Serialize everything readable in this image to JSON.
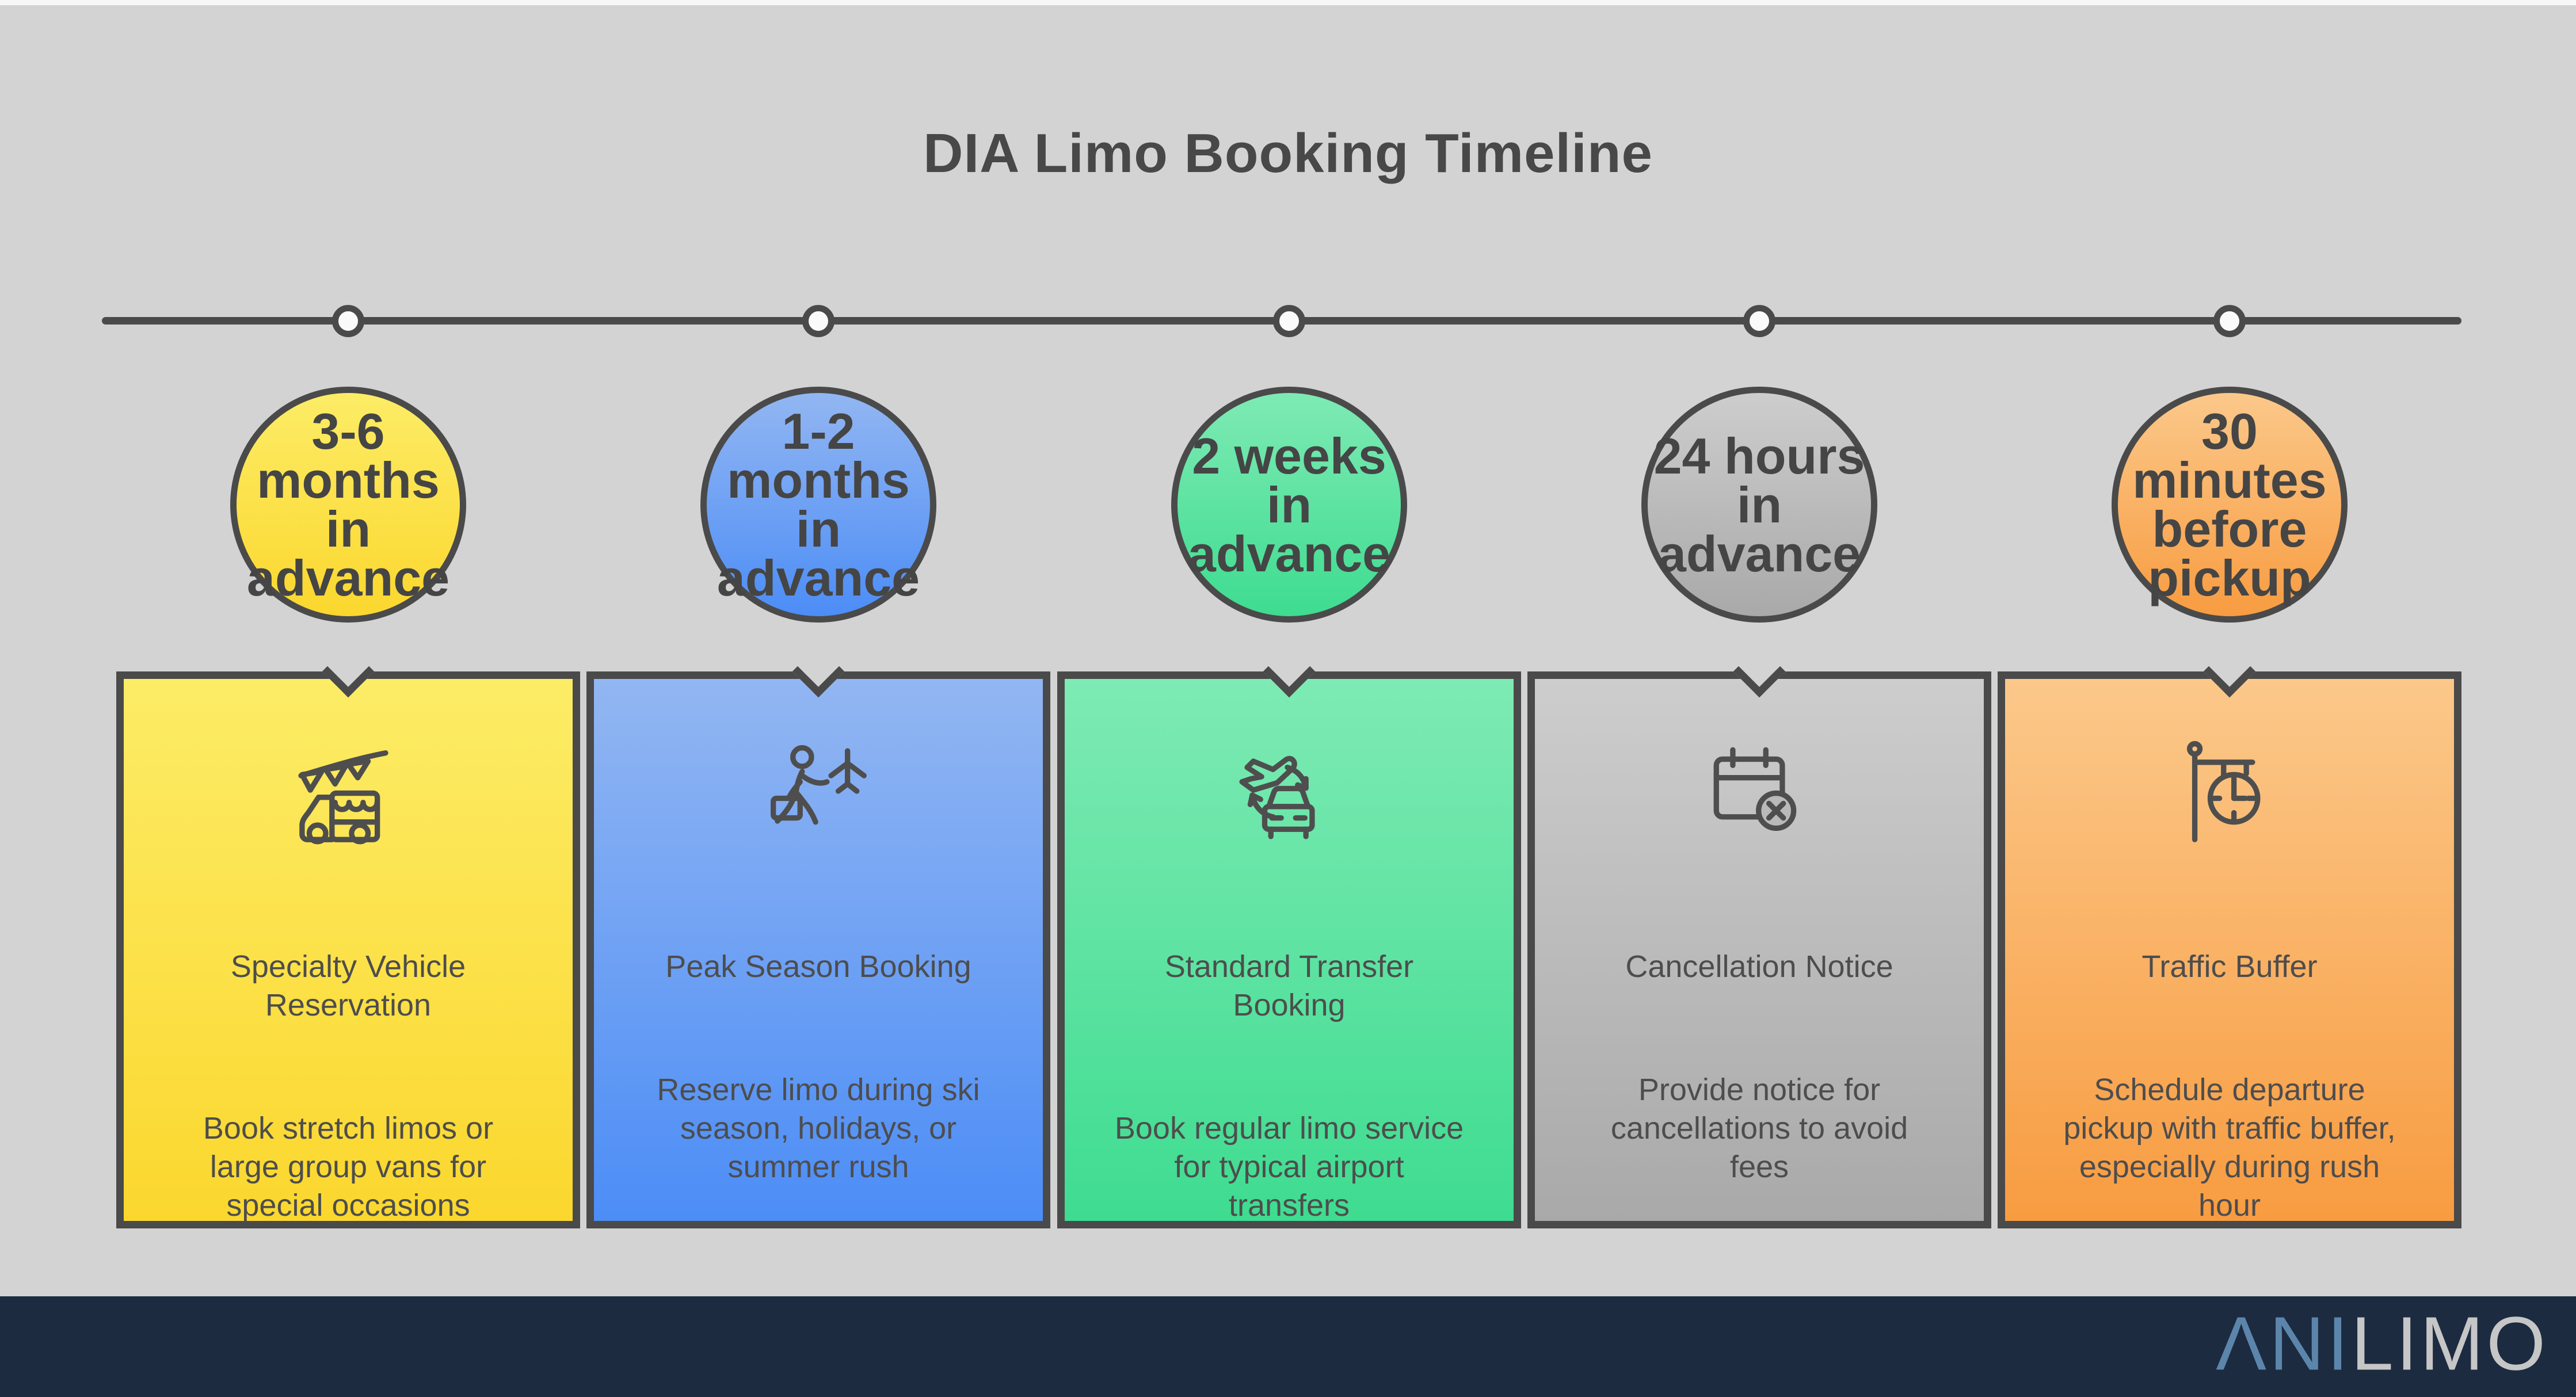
{
  "title": "DIA Limo Booking Timeline",
  "theme": {
    "background": "#D3D3D3",
    "top_strip": "#F7F7F7",
    "outline": "#4A4A4A",
    "node_fill": "#FAFAFA"
  },
  "timeline": {
    "stages": [
      {
        "badge": "3-6\nmonths\nin\nadvance",
        "heading": "Specialty Vehicle\nReservation",
        "description": "Book stretch limos or\nlarge group vans for\nspecial occasions",
        "icon": "party-van-icon",
        "color_top": "#FCEC66",
        "color_bottom": "#FBD72E"
      },
      {
        "badge": "1-2\nmonths\nin\nadvance",
        "heading": "Peak Season Booking",
        "description": "Reserve limo during ski\nseason, holidays, or\nsummer rush",
        "icon": "business-traveler-plane-icon",
        "color_top": "#92B6F2",
        "color_bottom": "#4C8DF6"
      },
      {
        "badge": "2 weeks\nin\nadvance",
        "heading": "Standard Transfer\nBooking",
        "description": "Book regular limo service\nfor typical airport\ntransfers",
        "icon": "plane-car-transfer-icon",
        "color_top": "#7EEAB4",
        "color_bottom": "#3EDC90"
      },
      {
        "badge": "24 hours\nin\nadvance",
        "heading": "Cancellation Notice",
        "description": "Provide notice for\ncancellations to avoid\nfees",
        "icon": "calendar-cancel-icon",
        "color_top": "#CDCDCD",
        "color_bottom": "#A9A9A9"
      },
      {
        "badge": "30\nminutes\nbefore\npickup",
        "heading": "Traffic Buffer",
        "description": "Schedule departure\npickup with traffic buffer,\nespecially during rush\nhour",
        "icon": "hanging-clock-icon",
        "color_top": "#FBC88A",
        "color_bottom": "#F89C41"
      }
    ]
  },
  "footer": {
    "bar_color": "#1C2B40",
    "logo_primary": "ΛNI",
    "logo_secondary": "LIMO",
    "logo_primary_color": "#5C85AB",
    "logo_secondary_color": "#C6C6C6"
  }
}
